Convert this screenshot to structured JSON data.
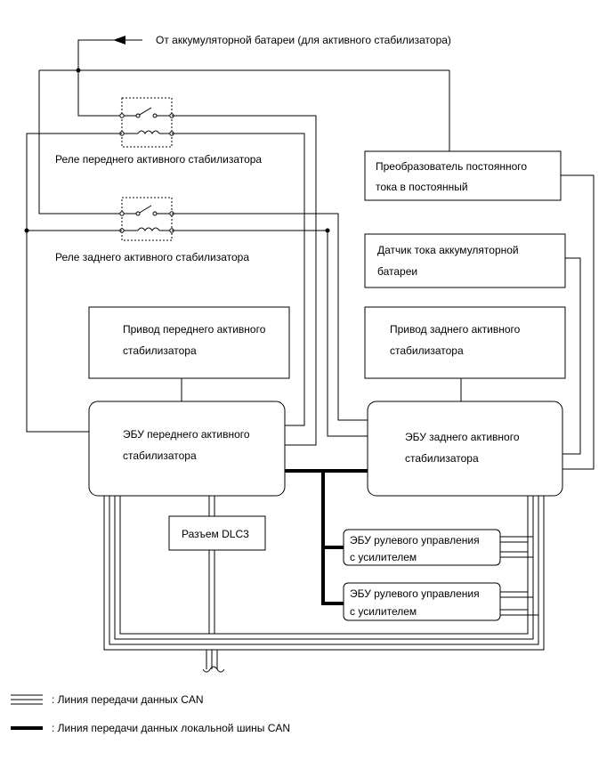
{
  "battery_label": "От аккумуляторной батареи (для активного стабилизатора)",
  "relay_front_label": "Реле переднего активного стабилизатора",
  "relay_rear_label": "Реле заднего активного стабилизатора",
  "dcdc_box": {
    "line1": "Преобразователь постоянного",
    "line2": "тока в постоянный"
  },
  "current_sensor_box": {
    "line1": "Датчик тока аккумуляторной",
    "line2": "батареи"
  },
  "front_actuator_box": {
    "line1": "Привод переднего активного",
    "line2": "стабилизатора"
  },
  "rear_actuator_box": {
    "line1": "Привод заднего активного",
    "line2": "стабилизатора"
  },
  "front_ecu_box": {
    "line1": "ЭБУ переднего активного",
    "line2": "стабилизатора"
  },
  "rear_ecu_box": {
    "line1": "ЭБУ заднего активного",
    "line2": "стабилизатора"
  },
  "dlc3_box": {
    "label": "Разъем DLC3"
  },
  "eps_ecu_1": {
    "line1": "ЭБУ рулевого управления",
    "line2": "с усилителем"
  },
  "eps_ecu_2": {
    "line1": "ЭБУ рулевого управления",
    "line2": "с усилителем"
  },
  "legend": {
    "can_label": ": Линия передачи данных CAN",
    "local_can_label": ": Линия передачи данных локальной шины CAN"
  }
}
